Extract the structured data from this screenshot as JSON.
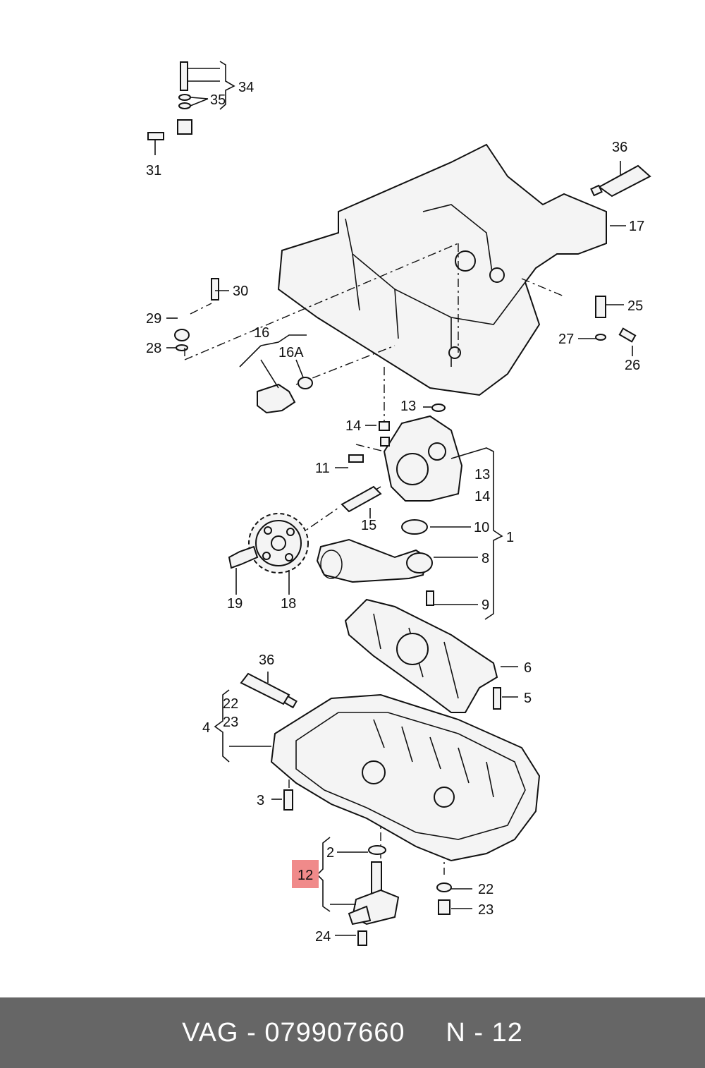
{
  "labels": {
    "p1": "1",
    "p2": "2",
    "p3": "3",
    "p4": "4",
    "p5": "5",
    "p6": "6",
    "p8": "8",
    "p9": "9",
    "p10": "10",
    "p11": "11",
    "p12": "12",
    "p13a": "13",
    "p13b": "13",
    "p14a": "14",
    "p14b": "14",
    "p15": "15",
    "p16": "16",
    "p16a": "16A",
    "p17": "17",
    "p18": "18",
    "p19": "19",
    "p22a": "22",
    "p22b": "22",
    "p23a": "23",
    "p23b": "23",
    "p24": "24",
    "p25": "25",
    "p26": "26",
    "p27": "27",
    "p28": "28",
    "p29": "29",
    "p30": "30",
    "p31": "31",
    "p34": "34",
    "p35": "35",
    "p36a": "36",
    "p36b": "36"
  },
  "footer": {
    "brand": "VAG",
    "sep1": " - ",
    "part_number": "079907660",
    "gap": "     ",
    "page": "N - 12"
  },
  "colors": {
    "highlight": "#f08a8a",
    "footer_bg": "#666666"
  }
}
